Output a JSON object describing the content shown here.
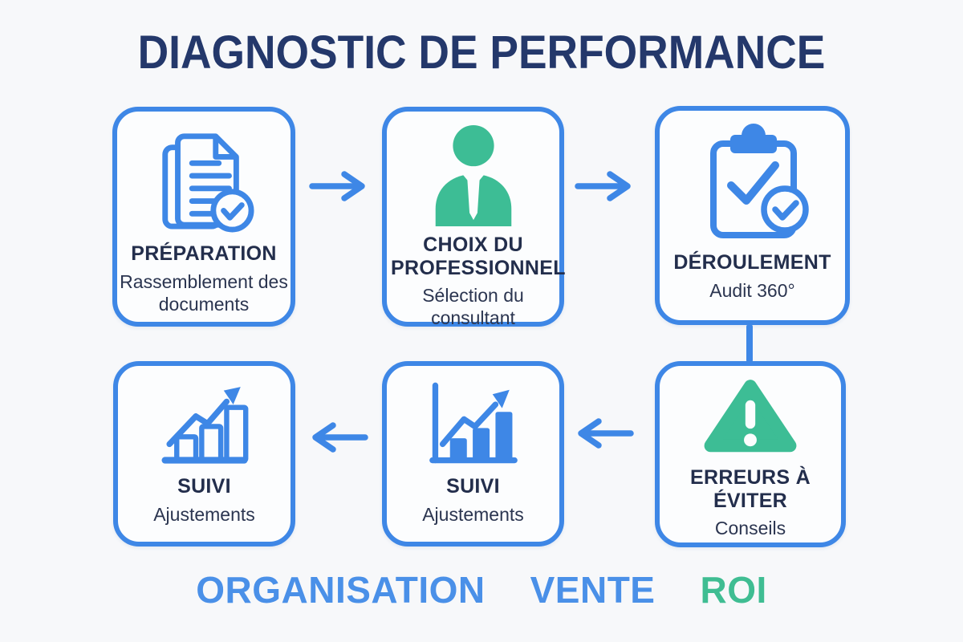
{
  "title": "DIAGNOSTIC DE PERFORMANCE",
  "steps": [
    {
      "label": "PRÉPARATION",
      "sublabel": "Rassemblement des documents",
      "icon": "documents-check-icon"
    },
    {
      "label": "CHOIX DU PROFESSIONNEL",
      "sublabel": "Sélection du consultant",
      "icon": "consultant-person-icon"
    },
    {
      "label": "DÉROULEMENT",
      "sublabel": "Audit 360°",
      "icon": "clipboard-check-icon"
    },
    {
      "label": "ERREURS À ÉVITER",
      "sublabel": "Conseils",
      "icon": "warning-triangle-icon"
    },
    {
      "label": "SUIVI",
      "sublabel": "Ajustements",
      "icon": "bar-chart-growth-filled-icon"
    },
    {
      "label": "SUIVI",
      "sublabel": "Ajustements",
      "icon": "bar-chart-growth-outline-icon"
    }
  ],
  "footer_keywords": [
    {
      "text": "ORGANISATION",
      "color": "#4A90E8"
    },
    {
      "text": "VENTE",
      "color": "#4A90E8"
    },
    {
      "text": "ROI",
      "color": "#3FBD92"
    }
  ],
  "colors": {
    "background": "#F7F8FA",
    "accent_blue": "#3E87E6",
    "accent_green": "#3DBD95",
    "title_navy": "#24386B",
    "label_dark": "#232E4C",
    "text_dark": "#2B3550",
    "footer_blue": "#4A90E8",
    "footer_green": "#3FBD92"
  }
}
